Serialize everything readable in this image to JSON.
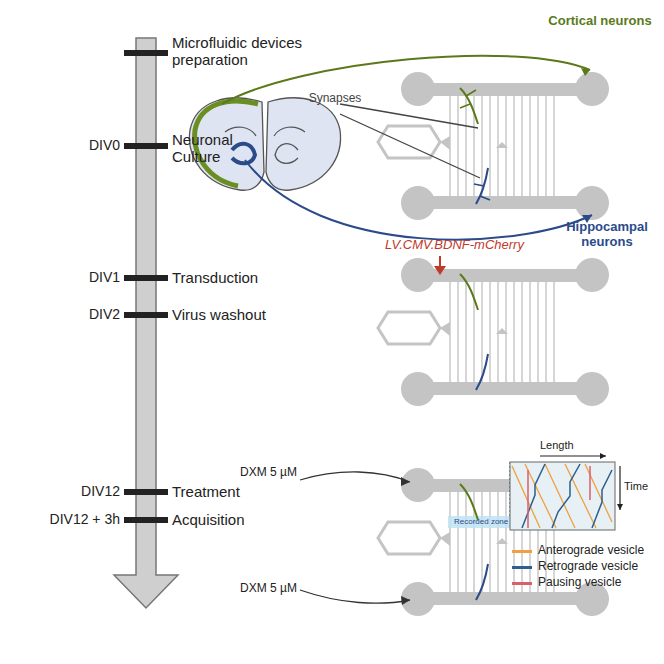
{
  "diagram": {
    "labels": [
      "Microfluidic devices preparation",
      "DIV0",
      "Neuronal Culture",
      "Cortical neurons",
      "Synapses",
      "Hippocampal neurons",
      "DIV1",
      "Transduction",
      "LV.CMV.BDNF-mCherry",
      "DIV2",
      "Virus washout",
      "DXM 5 µM",
      "DIV12",
      "Treatment",
      "DIV12 + 3h",
      "Acquisition",
      "DXM 5 µM",
      "Recorded zone",
      "Length",
      "Time"
    ],
    "legend": [
      {
        "text": "Anterograde vesicle",
        "color": "#f0a040"
      },
      {
        "text": "Retrograde vesicle",
        "color": "#2f5f8a"
      },
      {
        "text": "Pausing vesicle",
        "color": "#d9606a"
      }
    ]
  }
}
